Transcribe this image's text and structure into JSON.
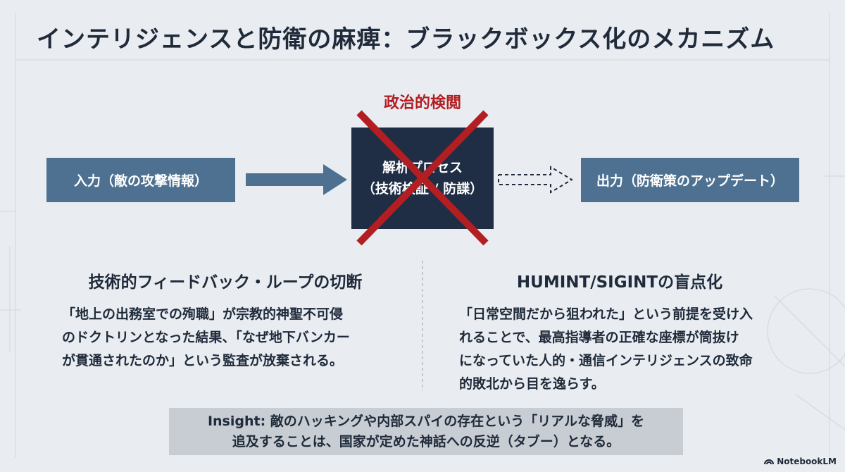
{
  "title": "インテリジェンスと防衛の麻痺：ブラックボックス化のメカニズム",
  "flow": {
    "input": "入力（敵の攻撃情報）",
    "process": {
      "line1": "解析プロセス",
      "line2": "（技術検証 / 防諜）"
    },
    "censor_label": "政治的検閲",
    "output": "出力（防衛策のアップデート）"
  },
  "left": {
    "heading": "技術的フィードバック・ループの切断",
    "body": [
      "「地上の出務室での殉職」が宗教的神聖不可侵",
      "のドクトリンとなった結果、「なぜ地下バンカー",
      "が貫通されたのか」という監査が放棄される。"
    ]
  },
  "right": {
    "heading": "HUMINT/SIGINTの盲点化",
    "body": [
      "「日常空間だから狙われた」という前提を受け入",
      "れることで、最高指導者の正確な座標が筒抜け",
      "になっていた人的・通信インテリジェンスの致命",
      "的敗北から目を逸らす。"
    ]
  },
  "insight": {
    "line1": "Insight: 敵のハッキングや内部スパイの存在という「リアルな脅威」を",
    "line2": "追及することは、国家が定めた神話への反逆（タブー）となる。"
  },
  "brand": "NotebookLM",
  "colors": {
    "background": "#e9edf1",
    "box_blue": "#4e7191",
    "process_navy": "#1f2d45",
    "censor_red": "#b21e22",
    "insight_gray": "#c8cdd3"
  }
}
